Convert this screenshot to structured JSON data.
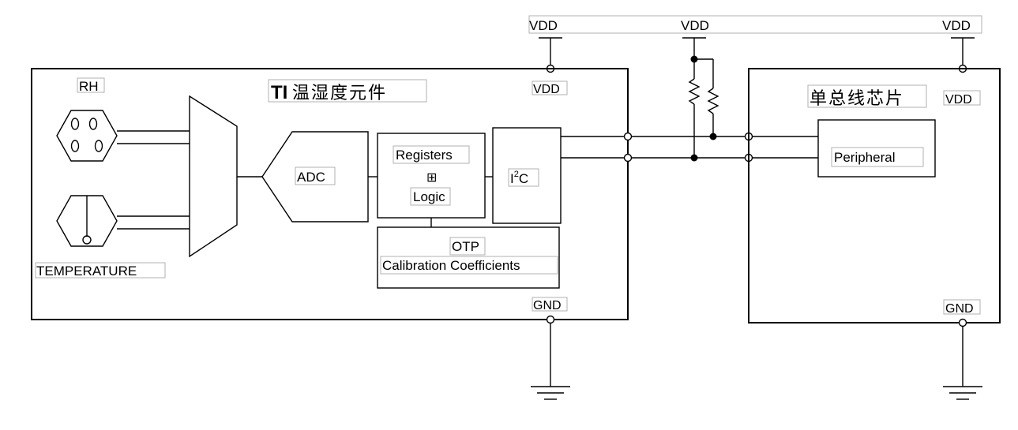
{
  "left_chip": {
    "brand": "TI",
    "title": "温湿度元件",
    "vdd_label": "VDD",
    "gnd_label": "GND"
  },
  "right_chip": {
    "title": "单总线芯片",
    "vdd_label": "VDD",
    "gnd_label": "GND",
    "peripheral_label": "Peripheral"
  },
  "supply": {
    "left_vdd": "VDD",
    "middle_vdd": "VDD",
    "right_vdd": "VDD"
  },
  "sensors": {
    "rh_label": "RH",
    "temperature_label": "TEMPERATURE"
  },
  "blocks": {
    "adc_label": "ADC",
    "registers_label": "Registers",
    "plus_symbol": "⊞",
    "logic_label": "Logic",
    "i2c_prefix": "I",
    "i2c_superscript": "2",
    "i2c_suffix": "C",
    "otp_label": "OTP",
    "calibration_label": "Calibration Coefficients"
  }
}
